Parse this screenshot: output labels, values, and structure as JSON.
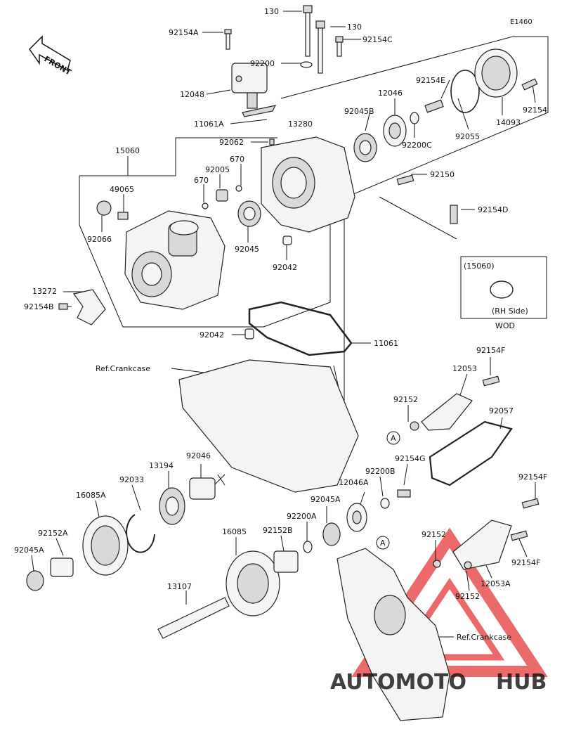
{
  "diagram": {
    "code": "E1460",
    "front_label": "FRONT",
    "callouts": [
      {
        "id": "c130a",
        "text": "130"
      },
      {
        "id": "c130b",
        "text": "130"
      },
      {
        "id": "c92154A",
        "text": "92154A"
      },
      {
        "id": "c92154C",
        "text": "92154C"
      },
      {
        "id": "c92200",
        "text": "92200"
      },
      {
        "id": "c12048",
        "text": "12048"
      },
      {
        "id": "c11061A",
        "text": "11061A"
      },
      {
        "id": "c13280",
        "text": "13280"
      },
      {
        "id": "c92062",
        "text": "92062"
      },
      {
        "id": "c15060",
        "text": "15060"
      },
      {
        "id": "c670a",
        "text": "670"
      },
      {
        "id": "c92005",
        "text": "92005"
      },
      {
        "id": "c670b",
        "text": "670"
      },
      {
        "id": "c49065",
        "text": "49065"
      },
      {
        "id": "c92066",
        "text": "92066"
      },
      {
        "id": "c92045",
        "text": "92045"
      },
      {
        "id": "c92042a",
        "text": "92042"
      },
      {
        "id": "c13272",
        "text": "13272"
      },
      {
        "id": "c92154B",
        "text": "92154B"
      },
      {
        "id": "c92042b",
        "text": "92042"
      },
      {
        "id": "c11061",
        "text": "11061"
      },
      {
        "id": "cRef1",
        "text": "Ref.Crankcase"
      },
      {
        "id": "c12046",
        "text": "12046"
      },
      {
        "id": "c92154E",
        "text": "92154E"
      },
      {
        "id": "c92045B",
        "text": "92045B"
      },
      {
        "id": "c92200C",
        "text": "92200C"
      },
      {
        "id": "c92055",
        "text": "92055"
      },
      {
        "id": "c14093",
        "text": "14093"
      },
      {
        "id": "c92154",
        "text": "92154"
      },
      {
        "id": "c92150",
        "text": "92150"
      },
      {
        "id": "c92154D",
        "text": "92154D"
      },
      {
        "id": "c92154Fa",
        "text": "92154F"
      },
      {
        "id": "c12053",
        "text": "12053"
      },
      {
        "id": "c92152a",
        "text": "92152"
      },
      {
        "id": "c92057",
        "text": "92057"
      },
      {
        "id": "c92154G",
        "text": "92154G"
      },
      {
        "id": "c92200B",
        "text": "92200B"
      },
      {
        "id": "c12046A",
        "text": "12046A"
      },
      {
        "id": "c92046",
        "text": "92046"
      },
      {
        "id": "c13194",
        "text": "13194"
      },
      {
        "id": "c92033",
        "text": "92033"
      },
      {
        "id": "c16085A",
        "text": "16085A"
      },
      {
        "id": "c92045A",
        "text": "92045A"
      },
      {
        "id": "c92200A",
        "text": "92200A"
      },
      {
        "id": "c92152A",
        "text": "92152A"
      },
      {
        "id": "c92045Ab",
        "text": "92045A"
      },
      {
        "id": "c16085",
        "text": "16085"
      },
      {
        "id": "c92152B",
        "text": "92152B"
      },
      {
        "id": "c92154Fb",
        "text": "92154F"
      },
      {
        "id": "c92152b",
        "text": "92152"
      },
      {
        "id": "c92154Fc",
        "text": "92154F"
      },
      {
        "id": "c12053A",
        "text": "12053A"
      },
      {
        "id": "c92152c",
        "text": "92152"
      },
      {
        "id": "c13107",
        "text": "13107"
      },
      {
        "id": "cRef2",
        "text": "Ref.Crankcase"
      }
    ],
    "ref_marks": [
      {
        "id": "ra1",
        "text": "A"
      },
      {
        "id": "ra2",
        "text": "A"
      }
    ],
    "inset": {
      "title": "(15060)",
      "note": "(RH Side)",
      "caption": "WOD"
    }
  },
  "watermark": {
    "text_a": "AUTOMOTO",
    "text_b": "HUB",
    "color_a": "#f4a019",
    "color_b": "#4a4a4a",
    "triangle_color": "#e53a3a"
  }
}
